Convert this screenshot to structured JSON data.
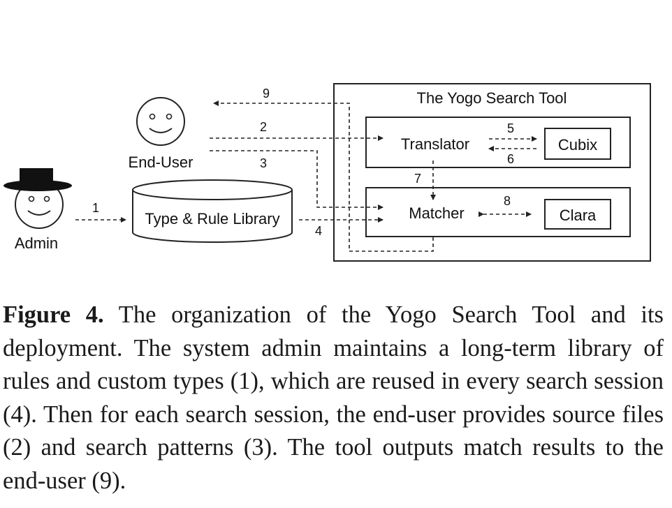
{
  "diagram": {
    "tool_title": "The Yogo Search Tool",
    "end_user_label": "End-User",
    "admin_label": "Admin",
    "library_label": "Type & Rule Library",
    "translator_label": "Translator",
    "matcher_label": "Matcher",
    "cubix_label": "Cubix",
    "clara_label": "Clara",
    "step_labels": {
      "s1": "1",
      "s2": "2",
      "s3": "3",
      "s4": "4",
      "s5": "5",
      "s6": "6",
      "s7": "7",
      "s8": "8",
      "s9": "9"
    }
  },
  "caption": {
    "label": "Figure 4.",
    "text": " The organization of the Yogo Search Tool and its deployment. The system admin maintains a long-term library of rules and custom types (1), which are reused in every search session (4). Then for each search session, the end-user provides source files (2) and search patterns (3). The tool outputs match results to the end-user (9)."
  }
}
